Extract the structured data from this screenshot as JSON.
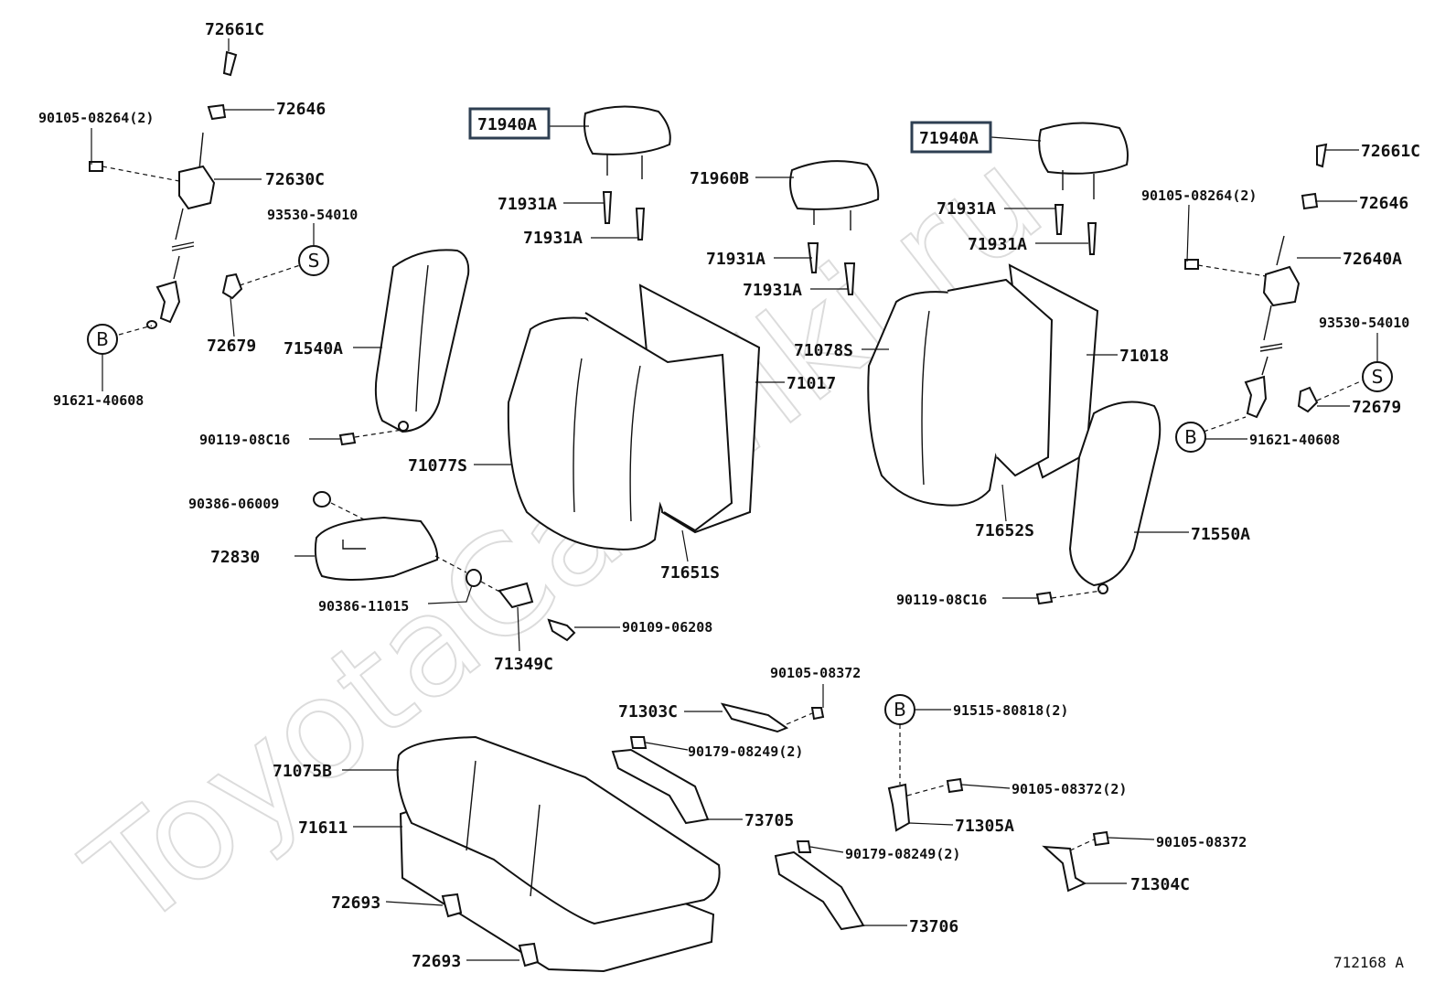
{
  "watermark": "ToyotaCarWiki.ru",
  "reference": "712168 A",
  "circles": {
    "s": "S",
    "b": "B"
  },
  "labels": {
    "l72661c_l": "72661C",
    "l72646_l": "72646",
    "l90105_08264_l": "90105-08264(2)",
    "l72630c": "72630C",
    "l93530_l": "93530-54010",
    "l72679_l": "72679",
    "l71540a": "71540A",
    "l91621_l": "91621-40608",
    "l90119_l": "90119-08C16",
    "l90386_06009": "90386-06009",
    "l72830": "72830",
    "l90386_11015": "90386-11015",
    "l71349c": "71349C",
    "l90109": "90109-06208",
    "l71940a_1": "71940A",
    "l71931a_1": "71931A",
    "l71931a_2": "71931A",
    "l71960b": "71960B",
    "l71931a_3": "71931A",
    "l71931a_4": "71931A",
    "l71017": "71017",
    "l71077s": "71077S",
    "l71651s": "71651S",
    "l71940a_2": "71940A",
    "l71931a_5": "71931A",
    "l71931a_6": "71931A",
    "l71078s": "71078S",
    "l71018": "71018",
    "l71652s": "71652S",
    "l72661c_r": "72661C",
    "l90105_08264_r": "90105-08264(2)",
    "l72646_r": "72646",
    "l72640a": "72640A",
    "l93530_r": "93530-54010",
    "l72679_r": "72679",
    "l91621_r": "91621-40608",
    "l71550a": "71550A",
    "l90119_r": "90119-08C16",
    "l90105_08372_a": "90105-08372",
    "l71303c": "71303C",
    "l90179_a": "90179-08249(2)",
    "l91515": "91515-80818(2)",
    "l71075b": "71075B",
    "l71611": "71611",
    "l73705": "73705",
    "l90105_08372_b": "90105-08372(2)",
    "l71305a": "71305A",
    "l90105_08372_c": "90105-08372",
    "l90179_b": "90179-08249(2)",
    "l71304c": "71304C",
    "l72693_a": "72693",
    "l72693_b": "72693",
    "l73706": "73706"
  }
}
